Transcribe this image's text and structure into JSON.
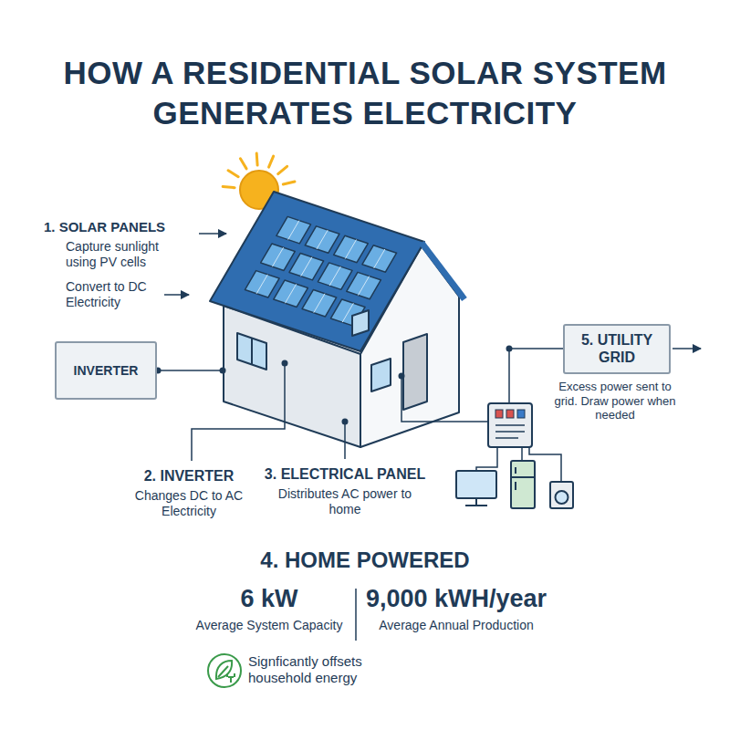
{
  "diagram": {
    "title": "HOW A RESIDENTIAL SOLAR SYSTEM GENERATES ELECTRICITY",
    "nodes": [
      {
        "text": [
          "INVERTER"
        ]
      },
      {
        "text": [
          "5. UTILITY GRID"
        ]
      }
    ],
    "labels": [
      "1. SOLAR PANELS",
      "Capture sunlight using PV cells",
      "Convert to DC Electricity",
      "2. INVERTER",
      "Changes DC to AC Electricity",
      "3. ELECTRICAL PANEL",
      "Distributes AC power to home",
      "Excess power sent to grid. Draw power when needed",
      "4. HOME POWERED",
      "6 kW",
      "Average System Capacity",
      "9,000 kWH/year",
      "Average Annual Production",
      "Signficantly offsets household energy"
    ]
  }
}
